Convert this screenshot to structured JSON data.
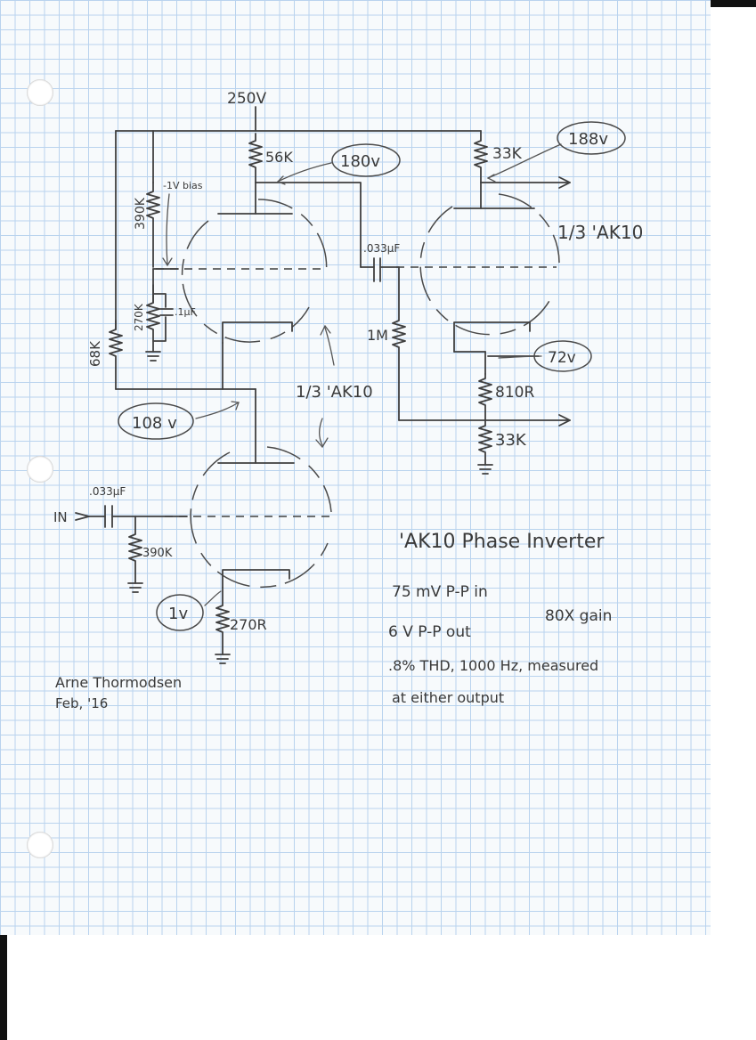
{
  "labels": {
    "supply": "250V",
    "r_plate1": "56K",
    "v_plate1": "180v",
    "r_plate2": "33K",
    "v_plate2": "188v",
    "bias_note": "-1V bias",
    "r_bias_top": "390K",
    "r_bias_bot": "270K",
    "c_bias": ".1µF",
    "r_feedback": "68K",
    "tube_upper_label": "1/3 'AK10",
    "tube_mid_label": "1/3 'AK10",
    "v_node": "108 v",
    "c_couple": ".033µF",
    "r_grid2": "1M",
    "v_cathode2": "72v",
    "r_cath2a": "810R",
    "r_cath2b": "33K",
    "in_label": "IN",
    "c_in": ".033µF",
    "r_grid1": "390K",
    "v_cathode1": "1v",
    "r_cath1": "270R"
  },
  "notes": {
    "title": "'AK10 Phase Inverter",
    "line1": "75 mV P-P in",
    "line2": "6 V P-P out",
    "gain": "80X gain",
    "line3": ".8% THD, 1000 Hz, measured",
    "line4": "at either output"
  },
  "signature": {
    "name": "Arne Thormodsen",
    "date": "Feb, '16"
  }
}
